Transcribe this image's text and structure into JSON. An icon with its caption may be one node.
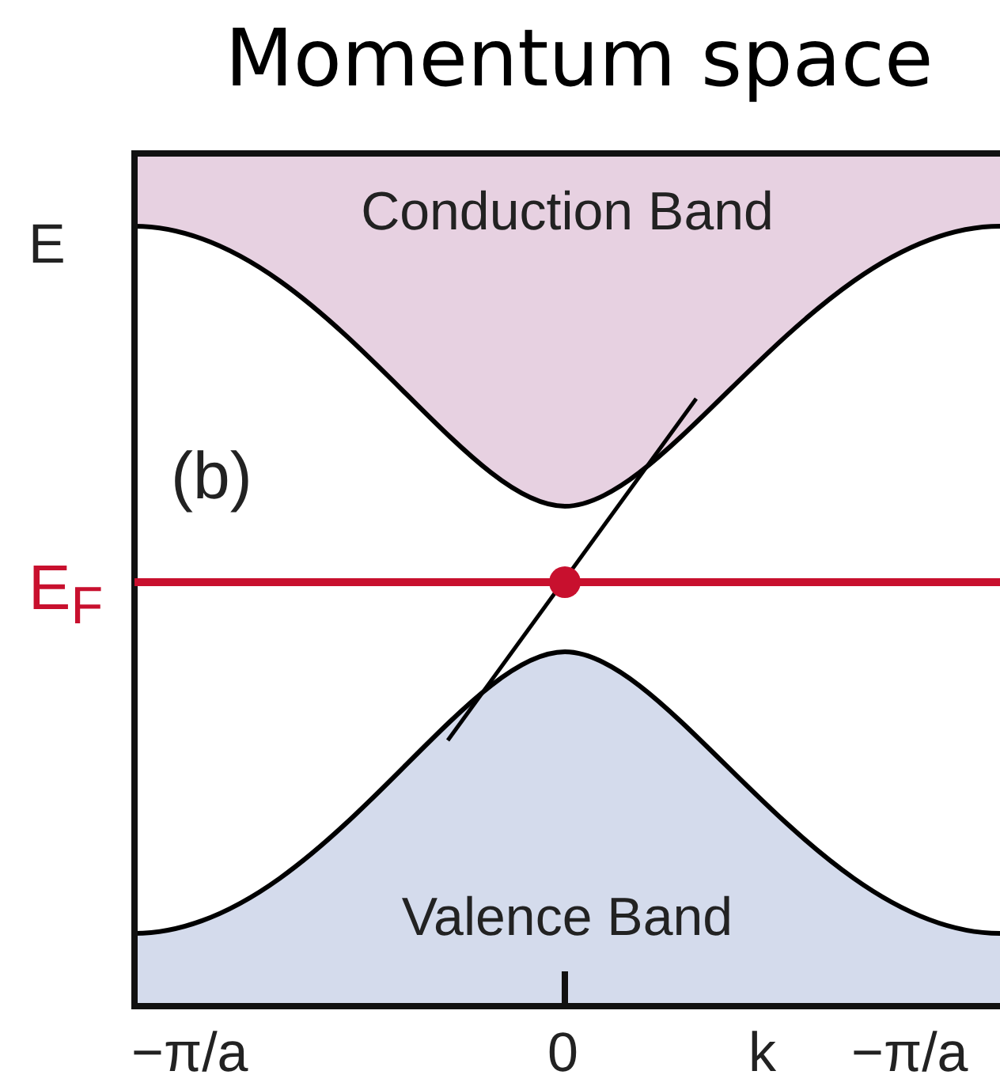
{
  "diagram": {
    "title": "Momentum space",
    "nodes": [
      {
        "text": [
          "Conduction Band"
        ]
      },
      {
        "text": [
          "Valence Band"
        ]
      }
    ],
    "edges": [],
    "labels": [
      "E",
      "(b)",
      "E$_{F}$",
      "−π/a",
      "0",
      "k",
      "−π/a"
    ]
  }
}
